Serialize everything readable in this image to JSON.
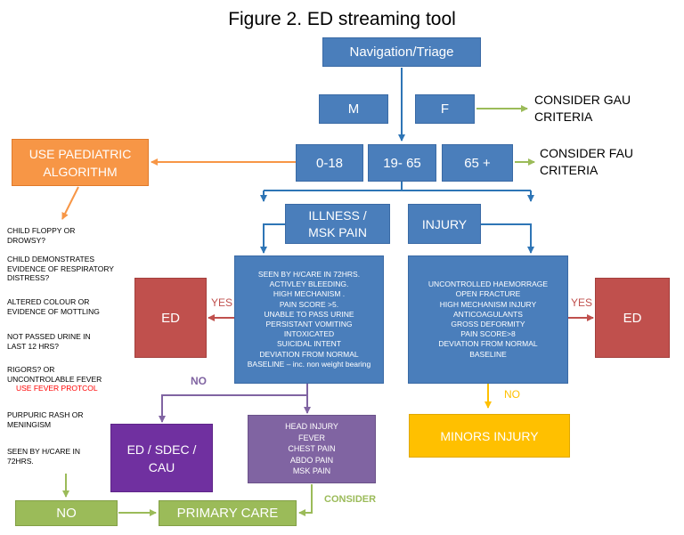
{
  "title": "Figure 2. ED streaming tool",
  "nodes": {
    "navigation": "Navigation/Triage",
    "male": "M",
    "female": "F",
    "gau": [
      "CONSIDER GAU",
      "CRITERIA"
    ],
    "age_0_18": "0-18",
    "age_19_65": "19- 65",
    "age_65": "65 +",
    "fau": [
      "CONSIDER FAU",
      "CRITERIA"
    ],
    "paediatric": [
      "USE PAEDIATRIC",
      "ALGORITHM"
    ],
    "illness": [
      "ILLNESS /",
      "MSK PAIN"
    ],
    "injury": "INJURY",
    "illness_criteria": [
      "SEEN BY H/CARE IN 72HRS.",
      "ACTIVLEY BLEEDING.",
      "HIGH MECHANISM .",
      "PAIN SCORE >5.",
      "UNABLE TO PASS URINE",
      "PERSISTANT VOMITING",
      "INTOXICATED",
      "SUICIDAL INTENT",
      "DEVIATION FROM NORMAL",
      "BASELINE – inc. non weight bearing"
    ],
    "injury_criteria": [
      "UNCONTROLLED HAEMORRAGE",
      "OPEN FRACTURE",
      "HIGH MECHANISM INJURY",
      "ANTICOAGULANTS",
      "GROSS DEFORMITY",
      "PAIN SCORE>8",
      "DEVIATION FROM NORMAL",
      "BASELINE"
    ],
    "ed_left": "ED",
    "ed_right": "ED",
    "yes_left": "YES",
    "yes_right": "YES",
    "no_purple": "NO",
    "no_yellow": "NO",
    "ed_sdec": [
      "ED / SDEC /",
      "CAU"
    ],
    "consider_list": [
      "HEAD INJURY",
      "FEVER",
      "CHEST PAIN",
      "ABDO PAIN",
      "MSK PAIN"
    ],
    "consider": "CONSIDER",
    "minors": "MINORS INJURY",
    "no_green": "NO",
    "primary_care": "PRIMARY CARE"
  },
  "paediatric_criteria": [
    {
      "lines": [
        "CHILD FLOPPY OR",
        "DROWSY?"
      ]
    },
    {
      "lines": [
        "CHILD DEMONSTRATES",
        "EVIDENCE OF RESPIRATORY",
        "DISTRESS?"
      ]
    },
    {
      "lines": [
        "ALTERED COLOUR OR",
        "EVIDENCE OF MOTTLING"
      ]
    },
    {
      "lines": [
        "NOT PASSED URINE IN",
        "LAST 12 HRS?"
      ]
    },
    {
      "lines": [
        "RIGORS? OR",
        "UNCONTROLABLE FEVER"
      ],
      "note": "USE FEVER PROTCOL"
    },
    {
      "lines": [
        "PURPURIC RASH OR",
        "MENINGISM"
      ]
    },
    {
      "lines": [
        "SEEN BY H/CARE IN",
        "72HRS."
      ]
    }
  ],
  "colors": {
    "blue": "#4a7ebb",
    "orange": "#f79646",
    "red": "#c0504d",
    "purple": "#7030a0",
    "violet": "#8064a2",
    "green": "#9bbb59",
    "yellow": "#ffc000",
    "fever_note": "#ff0000"
  }
}
